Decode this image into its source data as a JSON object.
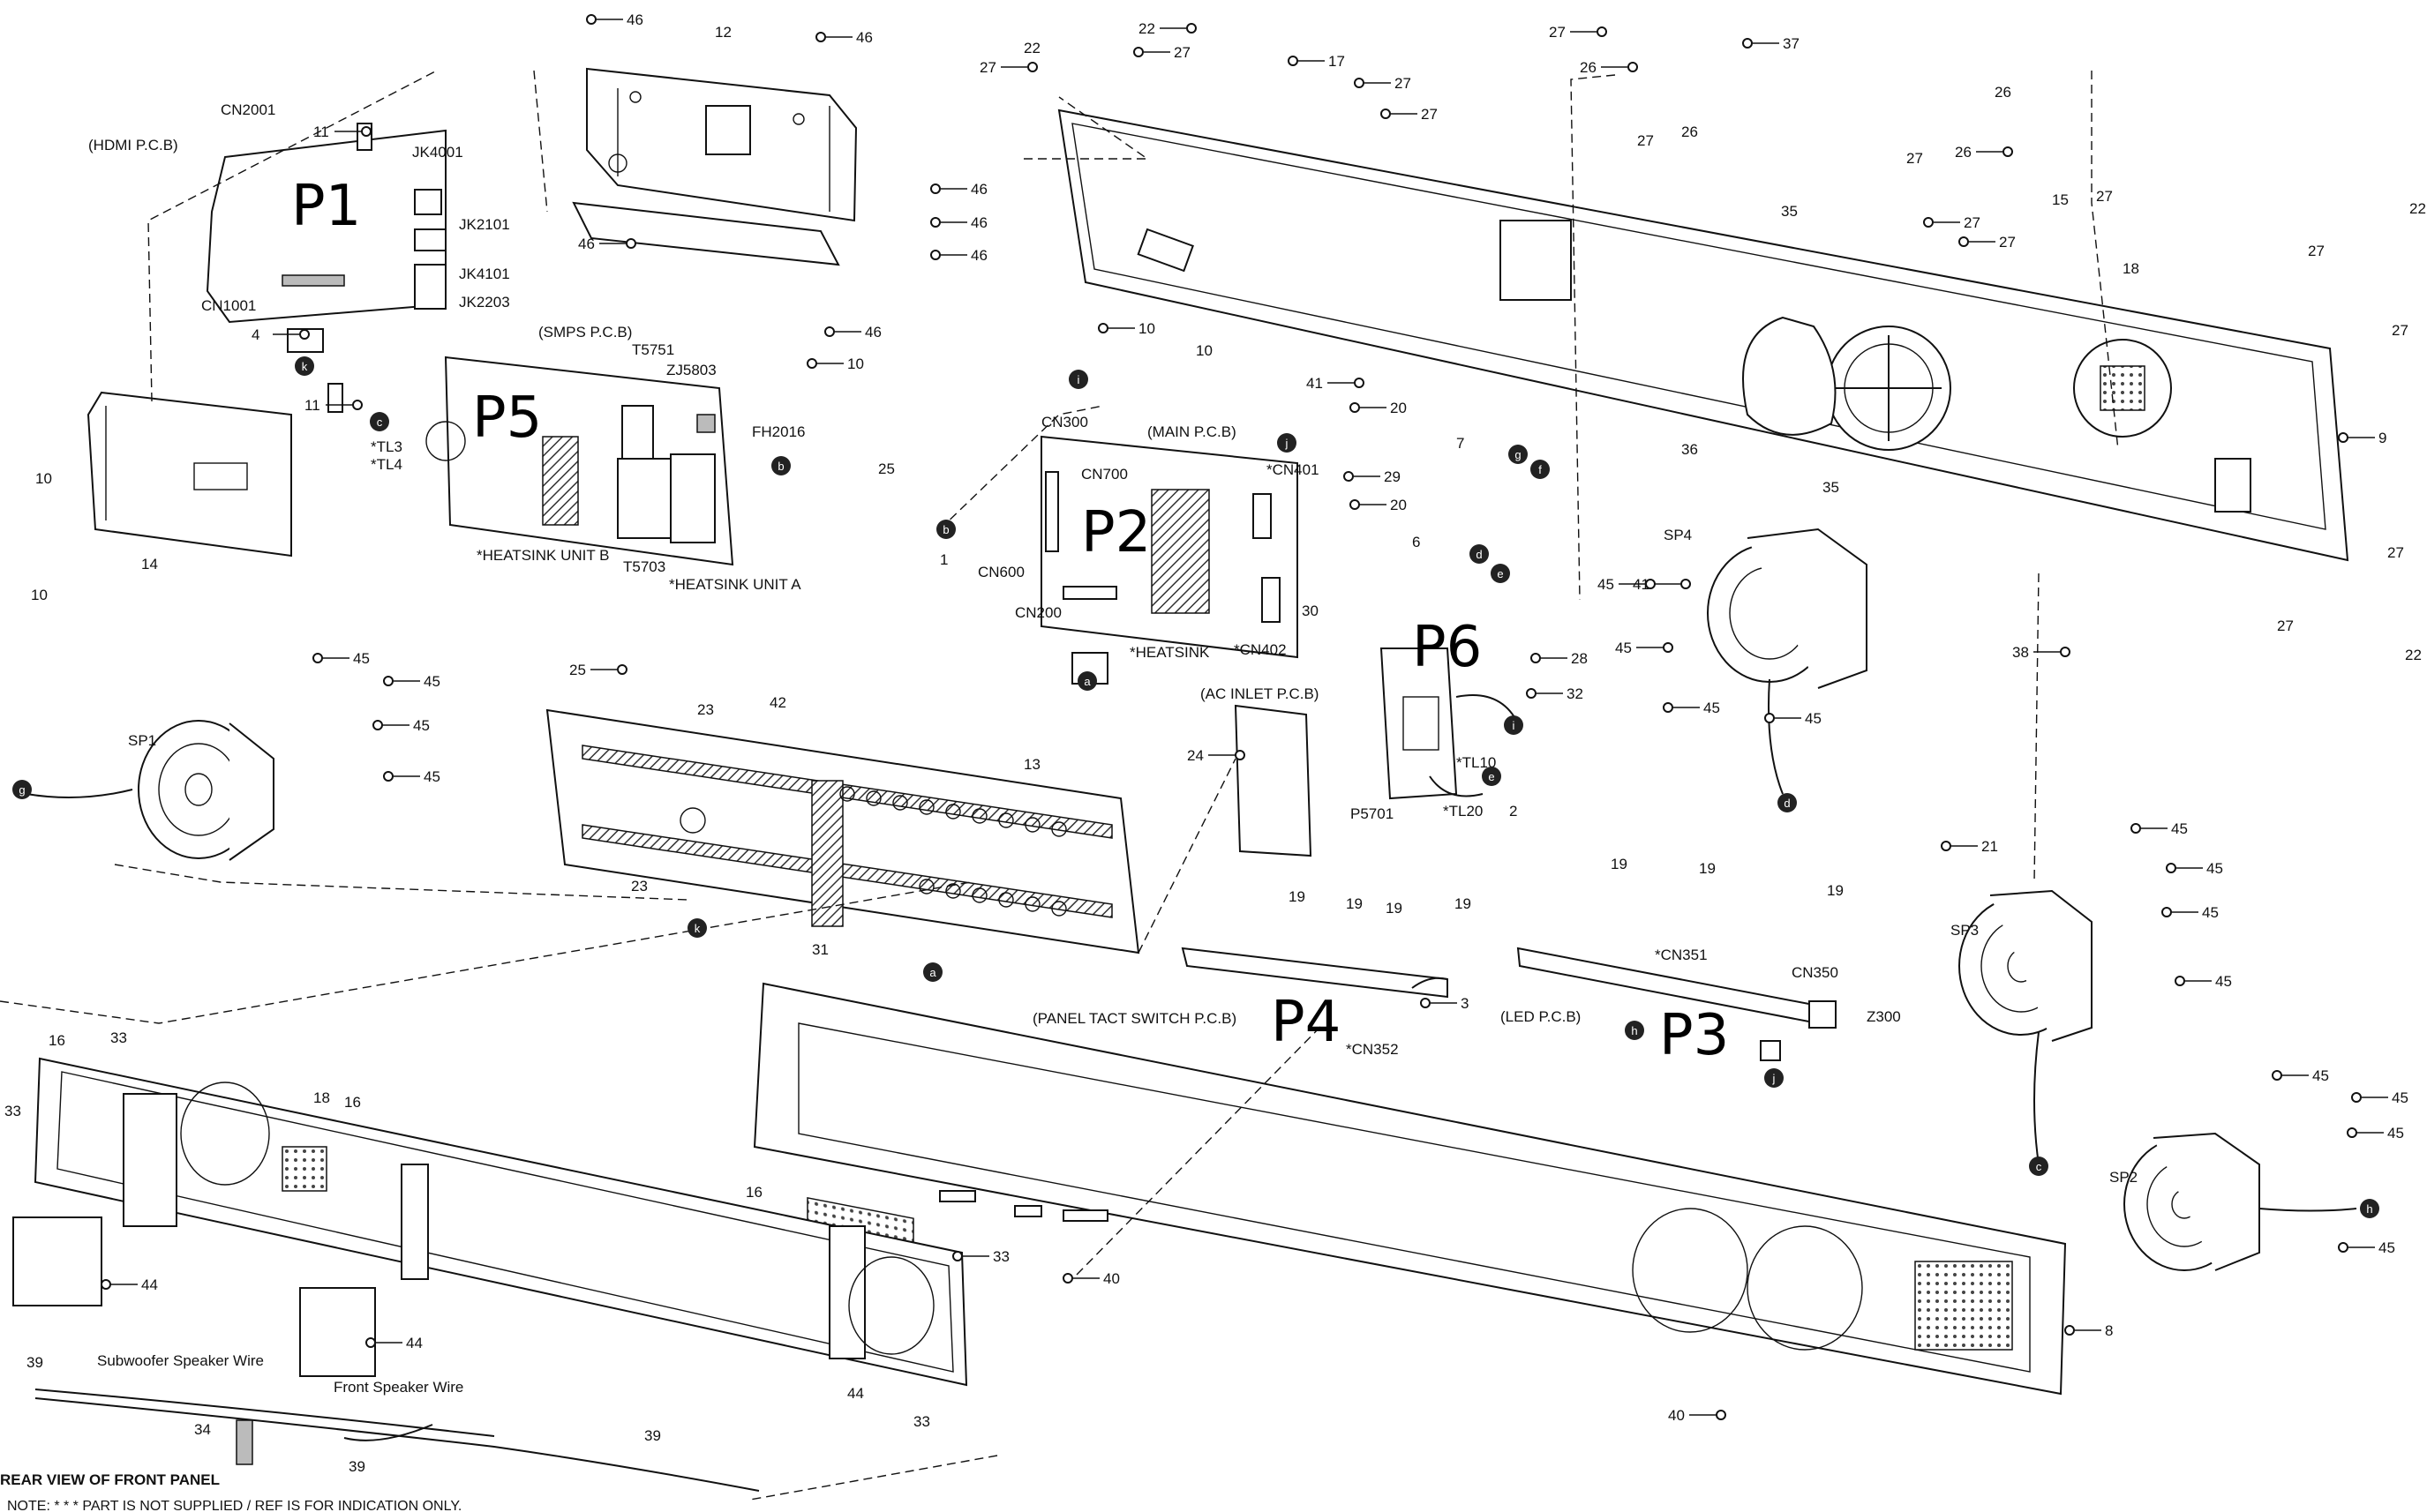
{
  "callouts": [
    {
      "id": "c46a",
      "text": "46"
    },
    {
      "id": "c46b",
      "text": "46"
    },
    {
      "id": "c12",
      "text": "12"
    },
    {
      "id": "c22a",
      "text": "22"
    },
    {
      "id": "c27a",
      "text": "27"
    },
    {
      "id": "c17",
      "text": "17"
    },
    {
      "id": "c27b",
      "text": "27"
    },
    {
      "id": "c27c",
      "text": "27"
    },
    {
      "id": "c27d",
      "text": "27"
    },
    {
      "id": "c26a",
      "text": "26"
    },
    {
      "id": "c37",
      "text": "37"
    },
    {
      "id": "c22b",
      "text": "22"
    },
    {
      "id": "c27e",
      "text": "27"
    },
    {
      "id": "c11a",
      "text": "11"
    },
    {
      "id": "c26b",
      "text": "26"
    },
    {
      "id": "c27f",
      "text": "27"
    },
    {
      "id": "c26c",
      "text": "26"
    },
    {
      "id": "c26d",
      "text": "26"
    },
    {
      "id": "c15",
      "text": "15"
    },
    {
      "id": "c27g",
      "text": "27"
    },
    {
      "id": "c27h",
      "text": "27"
    },
    {
      "id": "c22c",
      "text": "22"
    },
    {
      "id": "c46c",
      "text": "46"
    },
    {
      "id": "c46d",
      "text": "46"
    },
    {
      "id": "c46e",
      "text": "46"
    },
    {
      "id": "c46f",
      "text": "46"
    },
    {
      "id": "c46g",
      "text": "46"
    },
    {
      "id": "c35a",
      "text": "35"
    },
    {
      "id": "c27i",
      "text": "27"
    },
    {
      "id": "c27j",
      "text": "27"
    },
    {
      "id": "c18a",
      "text": "18"
    },
    {
      "id": "c27k",
      "text": "27"
    },
    {
      "id": "c27l",
      "text": "27"
    },
    {
      "id": "c4",
      "text": "4"
    },
    {
      "id": "c10a",
      "text": "10"
    },
    {
      "id": "c10b",
      "text": "10"
    },
    {
      "id": "c10c",
      "text": "10"
    },
    {
      "id": "c41a",
      "text": "41"
    },
    {
      "id": "c20a",
      "text": "20"
    },
    {
      "id": "c11b",
      "text": "11"
    },
    {
      "id": "c36",
      "text": "36"
    },
    {
      "id": "c9",
      "text": "9"
    },
    {
      "id": "c35b",
      "text": "35"
    },
    {
      "id": "c10d",
      "text": "10"
    },
    {
      "id": "c7",
      "text": "7"
    },
    {
      "id": "c29",
      "text": "29"
    },
    {
      "id": "c25a",
      "text": "25"
    },
    {
      "id": "c20b",
      "text": "20"
    },
    {
      "id": "c1",
      "text": "1"
    },
    {
      "id": "c14",
      "text": "14"
    },
    {
      "id": "c10e",
      "text": "10"
    },
    {
      "id": "c6",
      "text": "6"
    },
    {
      "id": "c30",
      "text": "30"
    },
    {
      "id": "c41b",
      "text": "41"
    },
    {
      "id": "c27m",
      "text": "27"
    },
    {
      "id": "c22d",
      "text": "22"
    },
    {
      "id": "c45a",
      "text": "45"
    },
    {
      "id": "c45b",
      "text": "45"
    },
    {
      "id": "c45c",
      "text": "45"
    },
    {
      "id": "c45d",
      "text": "45"
    },
    {
      "id": "c38",
      "text": "38"
    },
    {
      "id": "c27n",
      "text": "27"
    },
    {
      "id": "c28",
      "text": "28"
    },
    {
      "id": "c32",
      "text": "32"
    },
    {
      "id": "c25b",
      "text": "25"
    },
    {
      "id": "c45e",
      "text": "45"
    },
    {
      "id": "c45f",
      "text": "45"
    },
    {
      "id": "c45g",
      "text": "45"
    },
    {
      "id": "c45h",
      "text": "45"
    },
    {
      "id": "c24",
      "text": "24"
    },
    {
      "id": "c2",
      "text": "2"
    },
    {
      "id": "c23a",
      "text": "23"
    },
    {
      "id": "c42",
      "text": "42"
    },
    {
      "id": "c13",
      "text": "13"
    },
    {
      "id": "c23b",
      "text": "23"
    },
    {
      "id": "c31",
      "text": "31"
    },
    {
      "id": "c21",
      "text": "21"
    },
    {
      "id": "c19a",
      "text": "19"
    },
    {
      "id": "c19b",
      "text": "19"
    },
    {
      "id": "c19c",
      "text": "19"
    },
    {
      "id": "c19d",
      "text": "19"
    },
    {
      "id": "c19e",
      "text": "19"
    },
    {
      "id": "c19f",
      "text": "19"
    },
    {
      "id": "c19g",
      "text": "19"
    },
    {
      "id": "c45i",
      "text": "45"
    },
    {
      "id": "c45j",
      "text": "45"
    },
    {
      "id": "c45k",
      "text": "45"
    },
    {
      "id": "c45l",
      "text": "45"
    },
    {
      "id": "c3",
      "text": "3"
    },
    {
      "id": "c45m",
      "text": "45"
    },
    {
      "id": "c45n",
      "text": "45"
    },
    {
      "id": "c45o",
      "text": "45"
    },
    {
      "id": "c45p",
      "text": "45"
    },
    {
      "id": "c16a",
      "text": "16"
    },
    {
      "id": "c33a",
      "text": "33"
    },
    {
      "id": "c18b",
      "text": "18"
    },
    {
      "id": "c16b",
      "text": "16"
    },
    {
      "id": "c33b",
      "text": "33"
    },
    {
      "id": "c44a",
      "text": "44"
    },
    {
      "id": "c16c",
      "text": "16"
    },
    {
      "id": "c33c",
      "text": "33"
    },
    {
      "id": "c40a",
      "text": "40"
    },
    {
      "id": "c44b",
      "text": "44"
    },
    {
      "id": "c8",
      "text": "8"
    },
    {
      "id": "c39a",
      "text": "39"
    },
    {
      "id": "c44c",
      "text": "44"
    },
    {
      "id": "c33d",
      "text": "33"
    },
    {
      "id": "c34",
      "text": "34"
    },
    {
      "id": "c39b",
      "text": "39"
    },
    {
      "id": "c39c",
      "text": "39"
    },
    {
      "id": "c40b",
      "text": "40"
    }
  ],
  "labels": {
    "cn2001": "CN2001",
    "hdmi_pcb": "(HDMI P.C.B)",
    "jk4001": "JK4001",
    "jk2101": "JK2101",
    "jk4101": "JK4101",
    "cn1001": "CN1001",
    "jk2203": "JK2203",
    "smps_pcb": "(SMPS P.C.B)",
    "t5751": "T5751",
    "zj5803": "ZJ5803",
    "fh2016": "FH2016",
    "tl3": "*TL3",
    "tl4": "*TL4",
    "heatsink_b": "*HEATSINK UNIT B",
    "t5703": "T5703",
    "heatsink_a": "*HEATSINK UNIT A",
    "cn300": "CN300",
    "main_pcb": "(MAIN P.C.B)",
    "cn700": "CN700",
    "cn401": "*CN401",
    "cn600": "CN600",
    "cn200": "CN200",
    "heatsink": "*HEATSINK",
    "cn402": "*CN402",
    "ac_inlet": "(AC INLET P.C.B)",
    "tl10": "*TL10",
    "tl20": "*TL20",
    "p5701": "P5701",
    "sp1": "SP1",
    "sp2": "SP2",
    "sp3": "SP3",
    "sp4": "SP4",
    "panel_tact": "(PANEL TACT SWITCH P.C.B)",
    "cn352": "*CN352",
    "led_pcb": "(LED P.C.B)",
    "cn351": "*CN351",
    "cn350": "CN350",
    "z300": "Z300",
    "subwoofer_wire": "Subwoofer Speaker Wire",
    "front_wire": "Front Speaker Wire",
    "rear_view": "REAR VIEW OF FRONT PANEL",
    "note": "NOTE: * * * PART IS NOT SUPPLIED / REF IS FOR INDICATION ONLY."
  },
  "board_marks": {
    "p1": "P1",
    "p2": "P2",
    "p3": "P3",
    "p4": "P4",
    "p5": "P5",
    "p6": "P6"
  },
  "connector_letters": {
    "a": "a",
    "b": "b",
    "c": "c",
    "d": "d",
    "e": "e",
    "f": "f",
    "g": "g",
    "h": "h",
    "i": "i",
    "j": "j",
    "k": "k"
  }
}
